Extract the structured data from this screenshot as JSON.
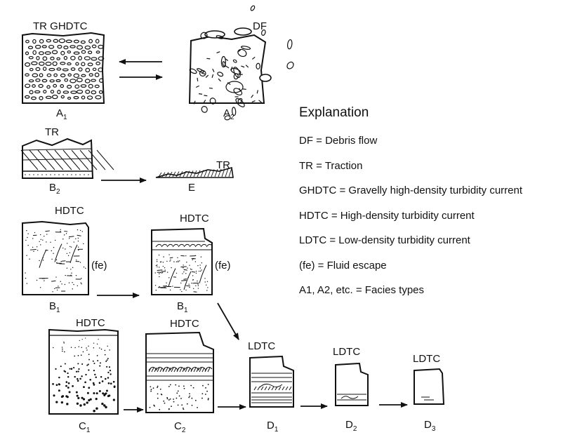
{
  "facies": {
    "A1": {
      "label": "A",
      "sub": "1",
      "flow": "TR GHDTC"
    },
    "A2": {
      "label": "A",
      "sub": "2",
      "flow": "DF"
    },
    "B2": {
      "label": "B",
      "sub": "2",
      "flow": "TR"
    },
    "E": {
      "label": "E",
      "flow": "TR"
    },
    "B1a": {
      "label": "B",
      "sub": "1",
      "flow": "HDTC",
      "note": "(fe)"
    },
    "B1b": {
      "label": "B",
      "sub": "1",
      "flow": "HDTC",
      "note": "(fe)"
    },
    "C1": {
      "label": "C",
      "sub": "1",
      "flow": "HDTC"
    },
    "C2": {
      "label": "C",
      "sub": "2",
      "flow": "HDTC"
    },
    "D1": {
      "label": "D",
      "sub": "1",
      "flow": "LDTC"
    },
    "D2": {
      "label": "D",
      "sub": "2",
      "flow": "LDTC"
    },
    "D3": {
      "label": "D",
      "sub": "3",
      "flow": "LDTC"
    }
  },
  "explanation": {
    "title": "Explanation",
    "items": [
      "DF = Debris flow",
      "TR = Traction",
      "GHDTC = Gravelly high-density turbidity current",
      "HDTC = High-density turbidity current",
      "LDTC = Low-density turbidity current",
      "(fe) = Fluid escape",
      "A1, A2, etc. = Facies types"
    ]
  }
}
